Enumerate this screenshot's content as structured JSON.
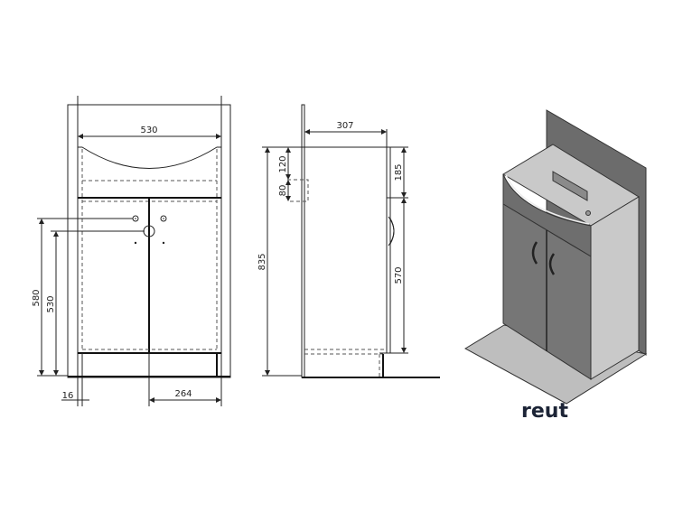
{
  "front_view": {
    "width_label": "530",
    "height_580": "580",
    "height_530": "530",
    "offset_16": "16",
    "half_width_264": "264"
  },
  "side_view": {
    "depth_label": "307",
    "total_height": "835",
    "dim_120": "120",
    "dim_80": "80",
    "dim_185": "185",
    "dim_570": "570"
  },
  "render_3d": {
    "brand_logo": "reut",
    "colors": {
      "front": "#767676",
      "side": "#c9c9c9",
      "backpanel": "#6c6c6c",
      "floor": "#bebebe"
    }
  }
}
